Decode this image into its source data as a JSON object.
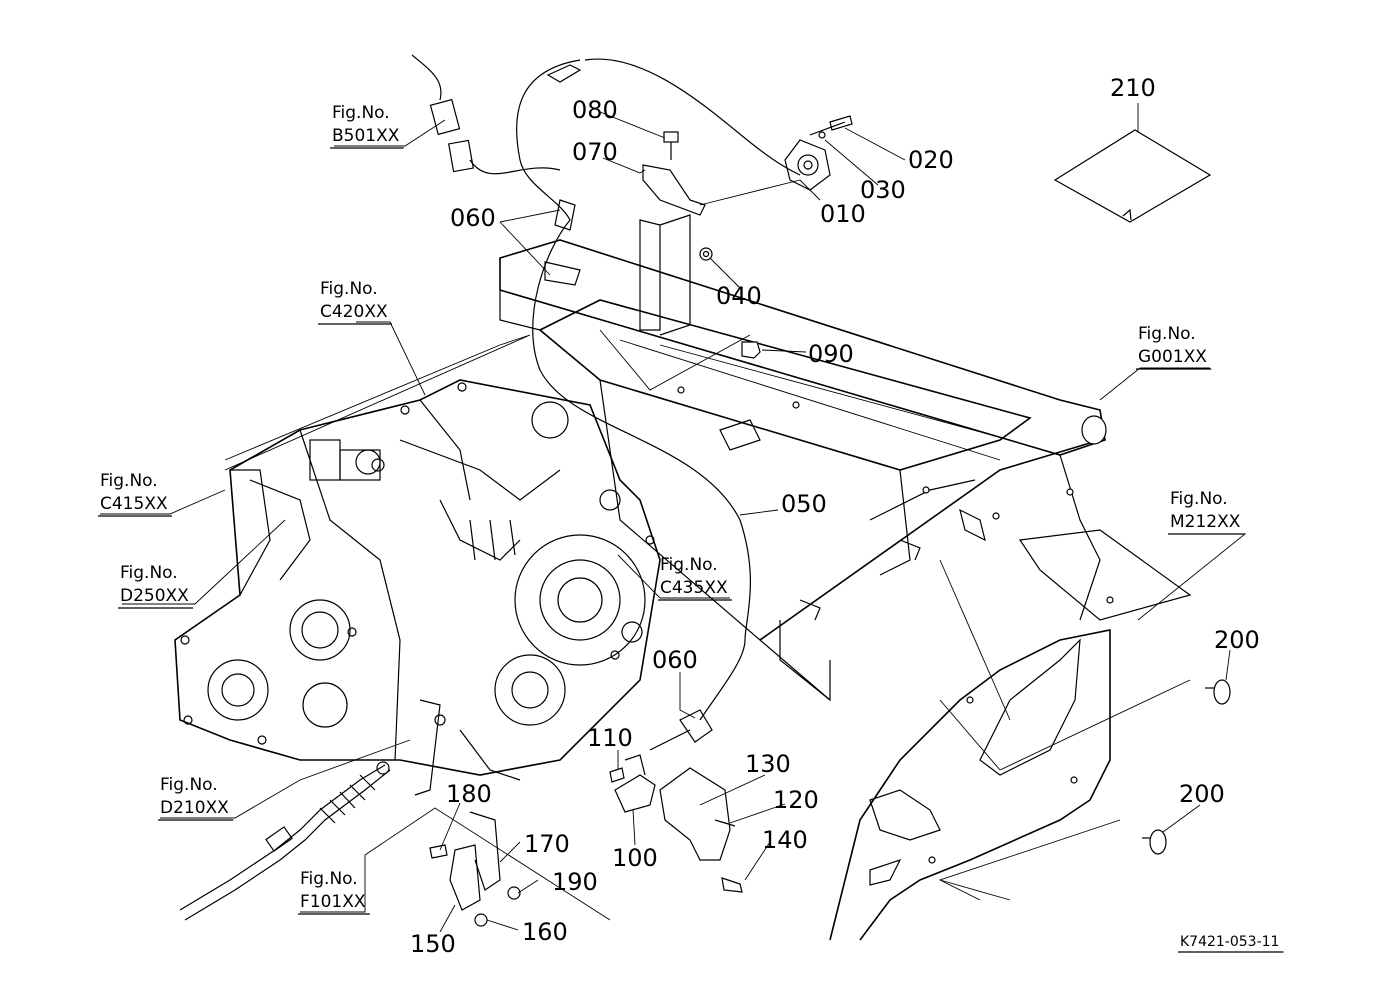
{
  "part_numbers": {
    "p010": "010",
    "p020": "020",
    "p030": "030",
    "p040": "040",
    "p050": "050",
    "p060a": "060",
    "p060b": "060",
    "p070": "070",
    "p080": "080",
    "p090": "090",
    "p100": "100",
    "p110": "110",
    "p120": "120",
    "p130": "130",
    "p140": "140",
    "p150": "150",
    "p160": "160",
    "p170": "170",
    "p180": "180",
    "p190": "190",
    "p200a": "200",
    "p200b": "200",
    "p210": "210"
  },
  "figure_references": {
    "label": "Fig.No.",
    "b501": "B501XX",
    "c420": "C420XX",
    "c415": "C415XX",
    "d250": "D250XX",
    "c435": "C435XX",
    "d210": "D210XX",
    "f101": "F101XX",
    "g001": "G001XX",
    "m212": "M212XX"
  },
  "drawing_code": "K7421-053-11"
}
